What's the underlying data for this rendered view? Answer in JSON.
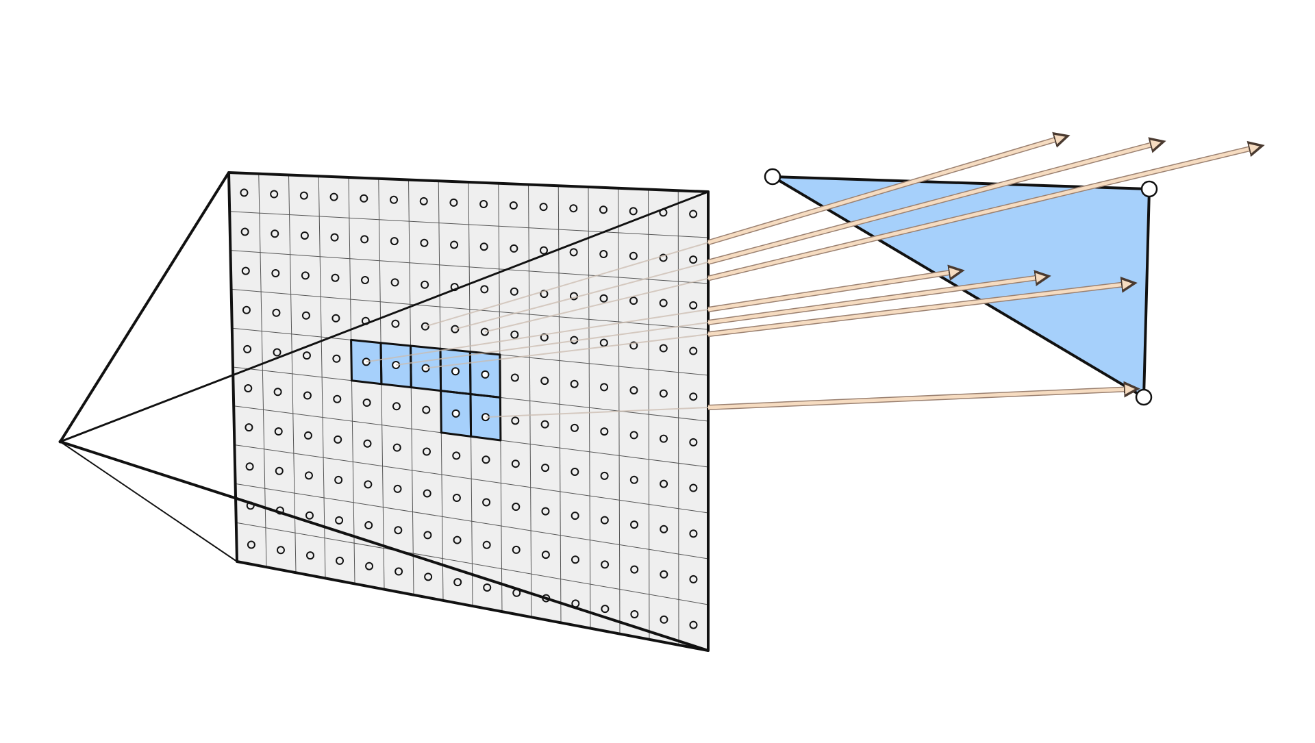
{
  "diagram": {
    "kind": "ray-casting-rasterization",
    "grid": {
      "columns": 16,
      "rows": 10
    },
    "highlighted_pixels": [
      [
        4,
        4
      ],
      [
        5,
        4
      ],
      [
        6,
        4
      ],
      [
        7,
        4
      ],
      [
        8,
        4
      ],
      [
        7,
        5
      ],
      [
        8,
        5
      ]
    ],
    "rays": [
      {
        "pixel": [
          6,
          3
        ],
        "hits_triangle": false
      },
      {
        "pixel": [
          7,
          3
        ],
        "hits_triangle": false
      },
      {
        "pixel": [
          8,
          3
        ],
        "hits_triangle": false
      },
      {
        "pixel": [
          4,
          4
        ],
        "hits_triangle": true
      },
      {
        "pixel": [
          5,
          4
        ],
        "hits_triangle": true
      },
      {
        "pixel": [
          6,
          4
        ],
        "hits_triangle": true
      },
      {
        "pixel": [
          8,
          5
        ],
        "hits_triangle": true
      }
    ],
    "triangle_vertex_count": 3,
    "colors": {
      "background": "#ffffff",
      "image_plane_fill": "#efefef",
      "grid_line": "#555555",
      "outline": "#111111",
      "highlight_fill": "#a6d0fb",
      "triangle_fill": "#a6d0fb",
      "ray_fill": "#f6dcc1",
      "ray_stroke": "#9a8070",
      "hidden_ray": "#cbbcaf"
    },
    "icons": [
      "camera-eye-point",
      "pixel-sample-dot",
      "ray-arrow-icon",
      "triangle-vertex-dot"
    ]
  }
}
